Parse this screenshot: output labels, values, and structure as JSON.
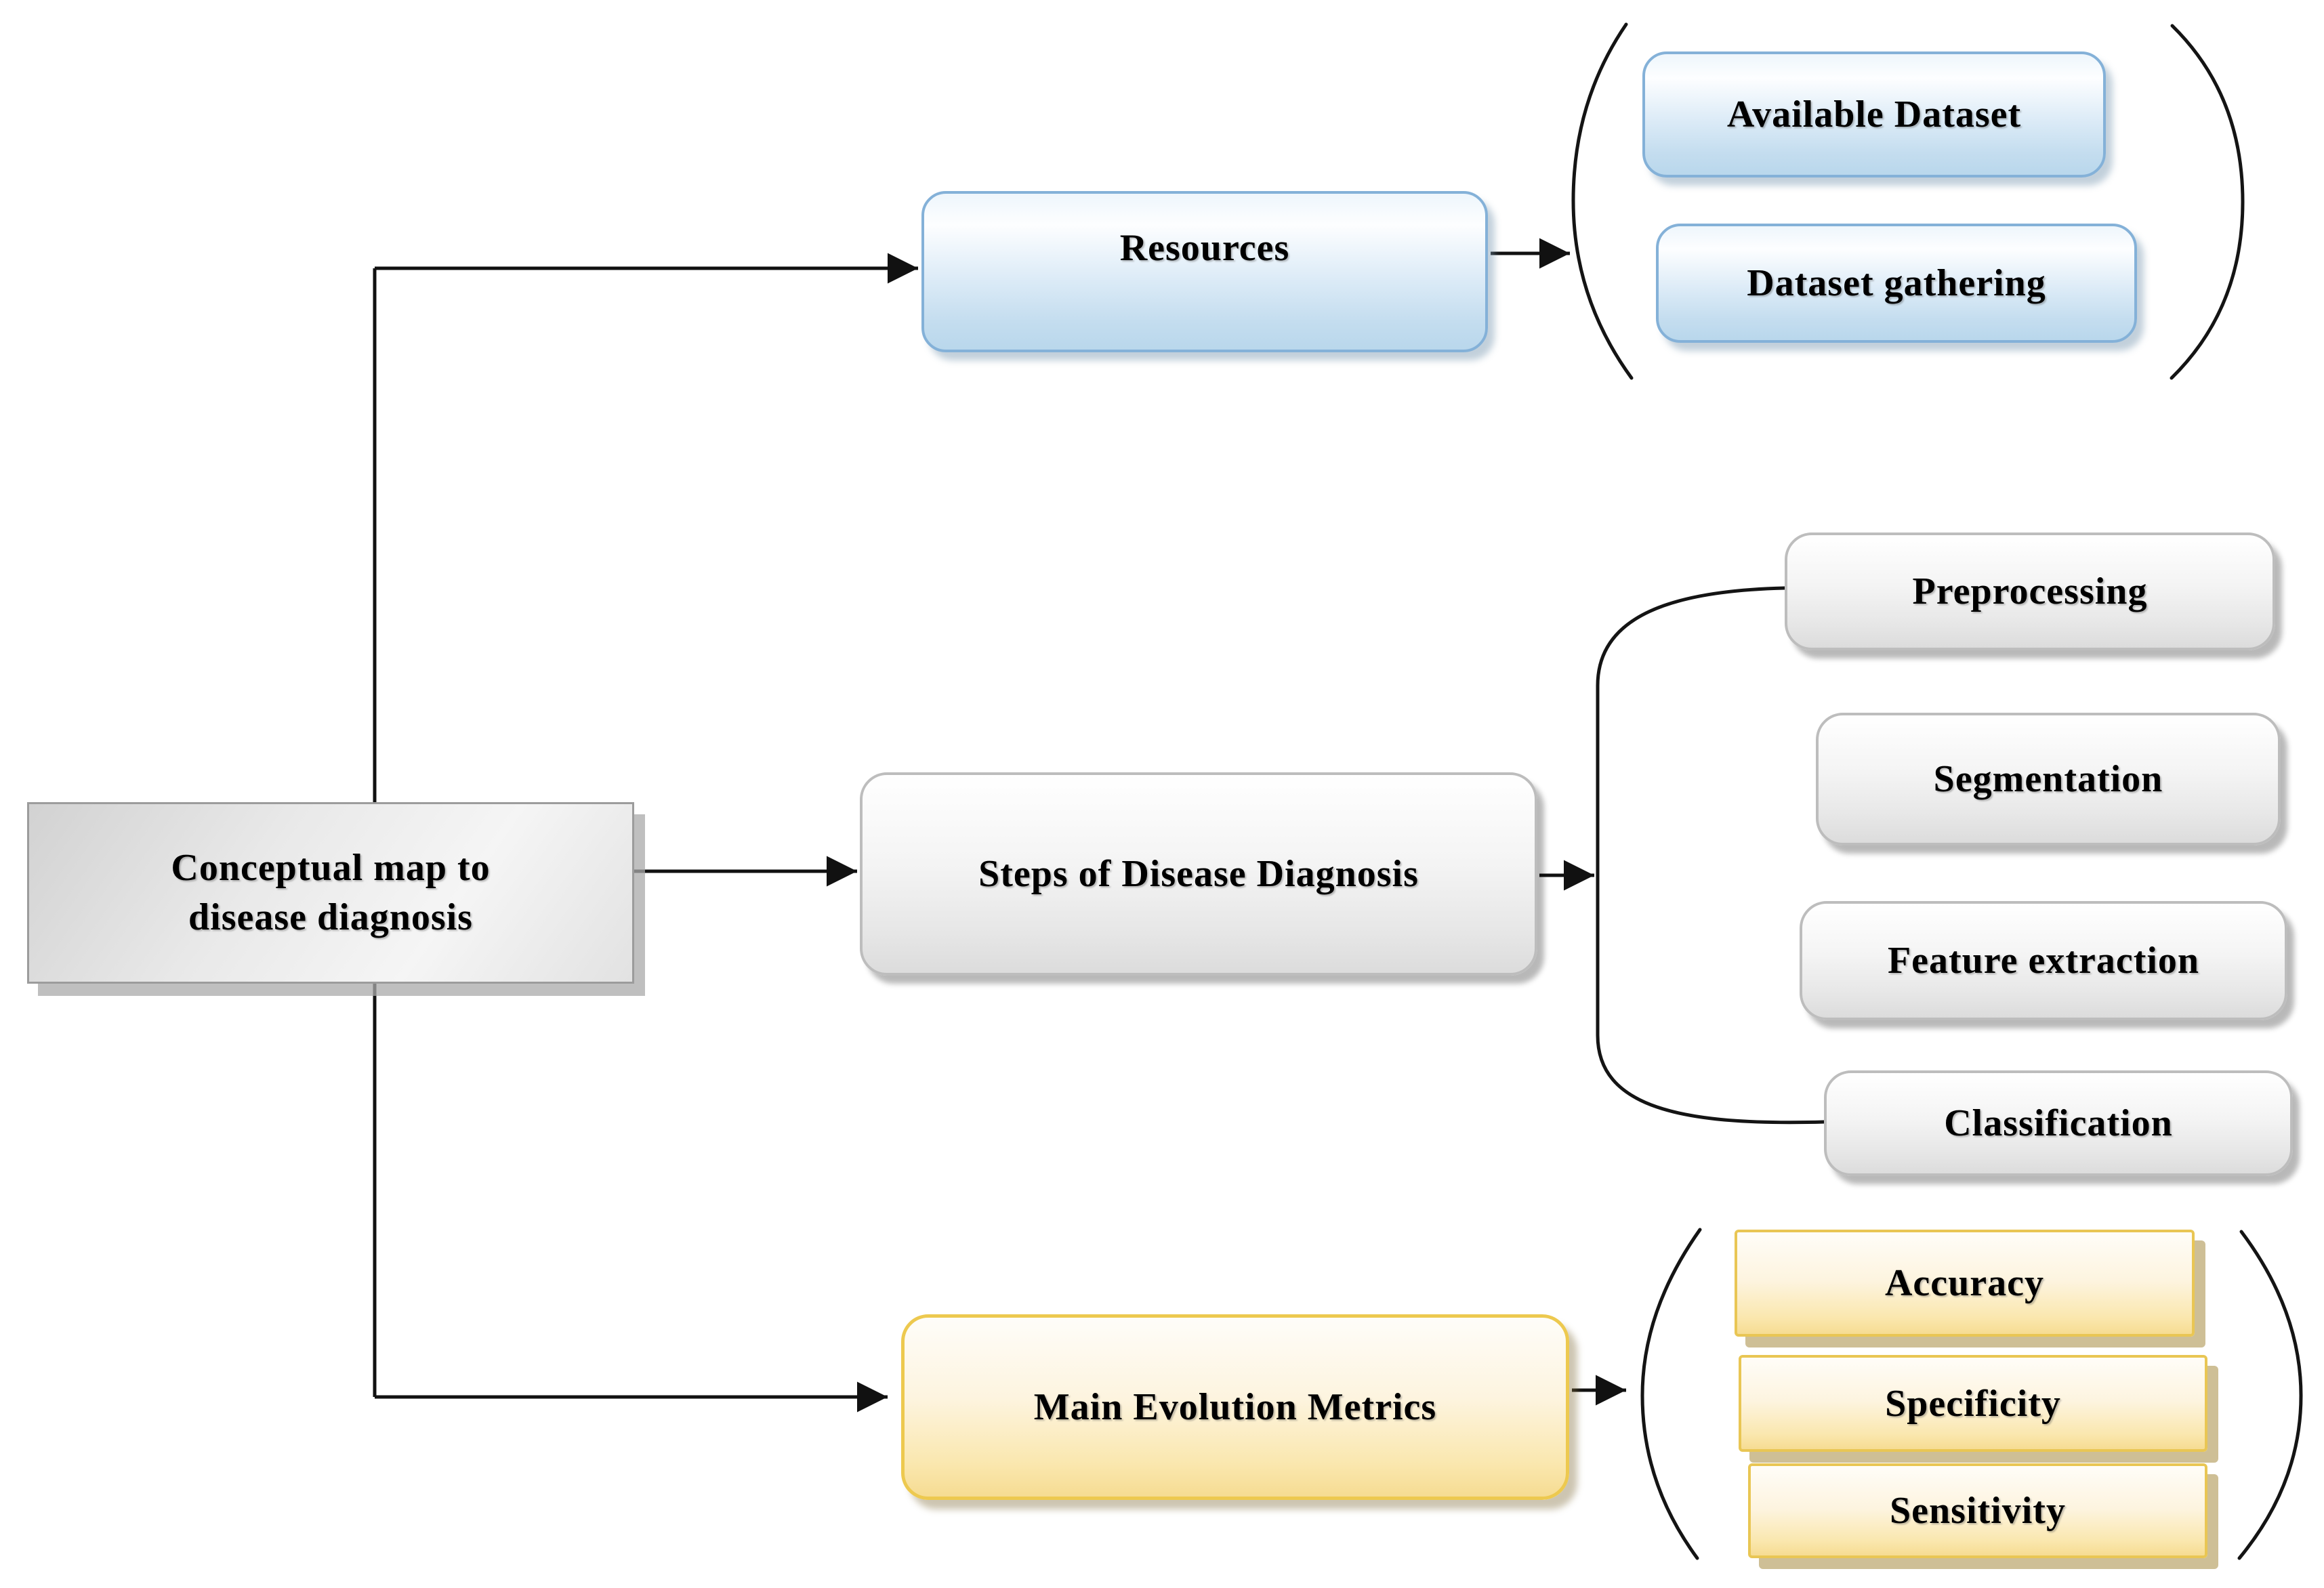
{
  "figure": {
    "background": "#ffffff",
    "line_color": "#111111",
    "root": {
      "label": "Conceptual map to\ndisease diagnosis",
      "fill": "#e9e9e9",
      "border": "#9c9c9c"
    },
    "branches": [
      {
        "label": "Resources",
        "border": "#84b1d8",
        "fill_bottom": "#b9d7ec",
        "children": [
          {
            "label": "Available Dataset"
          },
          {
            "label": "Dataset gathering"
          }
        ]
      },
      {
        "label": "Steps of Disease Diagnosis",
        "border": "#bdbdbd",
        "fill_bottom": "#dcdcdc",
        "children": [
          {
            "label": "Preprocessing"
          },
          {
            "label": "Segmentation"
          },
          {
            "label": "Feature extraction"
          },
          {
            "label": "Classification"
          }
        ]
      },
      {
        "label": "Main Evolution Metrics",
        "border": "#e9c654",
        "fill_bottom": "#f6dc92",
        "children": [
          {
            "label": "Accuracy"
          },
          {
            "label": "Specificity"
          },
          {
            "label": "Sensitivity"
          }
        ]
      }
    ]
  }
}
